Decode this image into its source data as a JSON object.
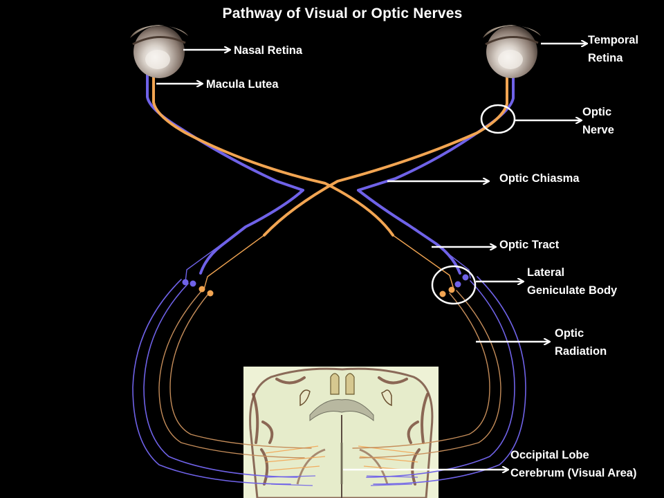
{
  "title": "Pathway  of Visual or Optic Nerves",
  "colors": {
    "background": "#000000",
    "nasal_fiber": "#f2a552",
    "temporal_fiber": "#6f62e8",
    "label_text": "#ffffff",
    "arrow": "#ffffff",
    "brain_tissue": "#e9efcf",
    "brain_gray_matter": "#7a5040"
  },
  "labels": {
    "nasal_retina": "Nasal Retina",
    "macula_lutea": "Macula Lutea",
    "temporal_retina": {
      "line1": "Temporal",
      "line2": "Retina"
    },
    "optic_nerve": {
      "line1": "Optic",
      "line2": "Nerve"
    },
    "optic_chiasma": "Optic Chiasma",
    "optic_tract": "Optic Tract",
    "lateral_geniculate": {
      "line1": "Lateral",
      "line2": "Geniculate Body"
    },
    "optic_radiation": {
      "line1": "Optic",
      "line2": "Radiation"
    },
    "occipital": {
      "line1": "Occipital Lobe",
      "line2": "Cerebrum (Visual Area)"
    }
  }
}
